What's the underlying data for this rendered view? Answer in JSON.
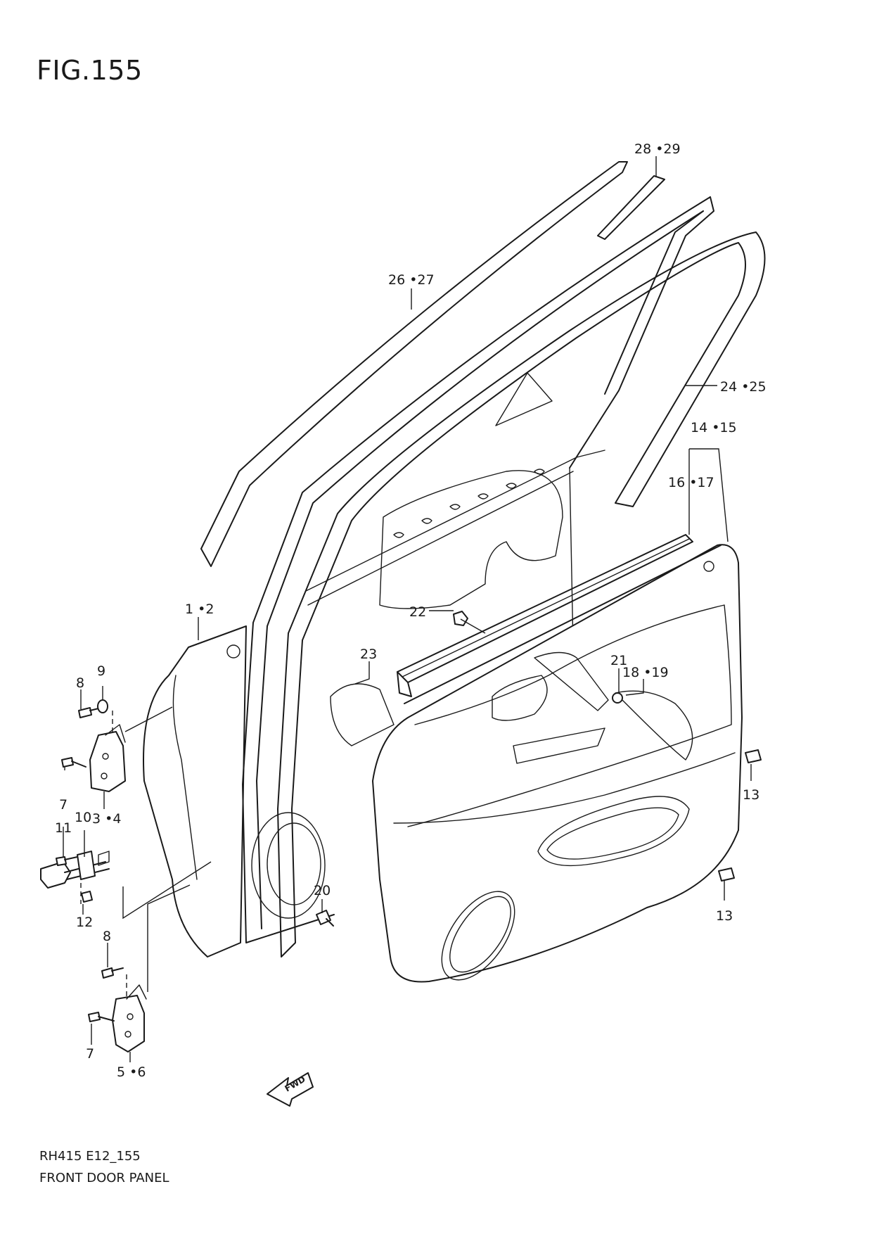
{
  "figure": {
    "title": "FIG.155"
  },
  "footer": {
    "code": "RH415 E12_155",
    "name": "FRONT DOOR PANEL"
  },
  "fwd_badge": {
    "label": "FWD"
  },
  "callouts": [
    {
      "id": "c-28-29",
      "label": "28 •29"
    },
    {
      "id": "c-26-27",
      "label": "26 •27"
    },
    {
      "id": "c-24-25",
      "label": "24 •25"
    },
    {
      "id": "c-14-15",
      "label": "14 •15"
    },
    {
      "id": "c-16-17",
      "label": "16 •17"
    },
    {
      "id": "c-22",
      "label": "22"
    },
    {
      "id": "c-1-2",
      "label": "1 •2"
    },
    {
      "id": "c-23",
      "label": "23"
    },
    {
      "id": "c-21",
      "label": "21"
    },
    {
      "id": "c-18-19",
      "label": "18 •19"
    },
    {
      "id": "c-9",
      "label": "9"
    },
    {
      "id": "c-8a",
      "label": "8"
    },
    {
      "id": "c-7a",
      "label": "7"
    },
    {
      "id": "c-3-4",
      "label": "3 •4"
    },
    {
      "id": "c-10",
      "label": "10"
    },
    {
      "id": "c-11",
      "label": "11"
    },
    {
      "id": "c-12",
      "label": "12"
    },
    {
      "id": "c-13a",
      "label": "13"
    },
    {
      "id": "c-13b",
      "label": "13"
    },
    {
      "id": "c-20",
      "label": "20"
    },
    {
      "id": "c-8b",
      "label": "8"
    },
    {
      "id": "c-7b",
      "label": "7"
    },
    {
      "id": "c-5-6",
      "label": "5 •6"
    }
  ]
}
